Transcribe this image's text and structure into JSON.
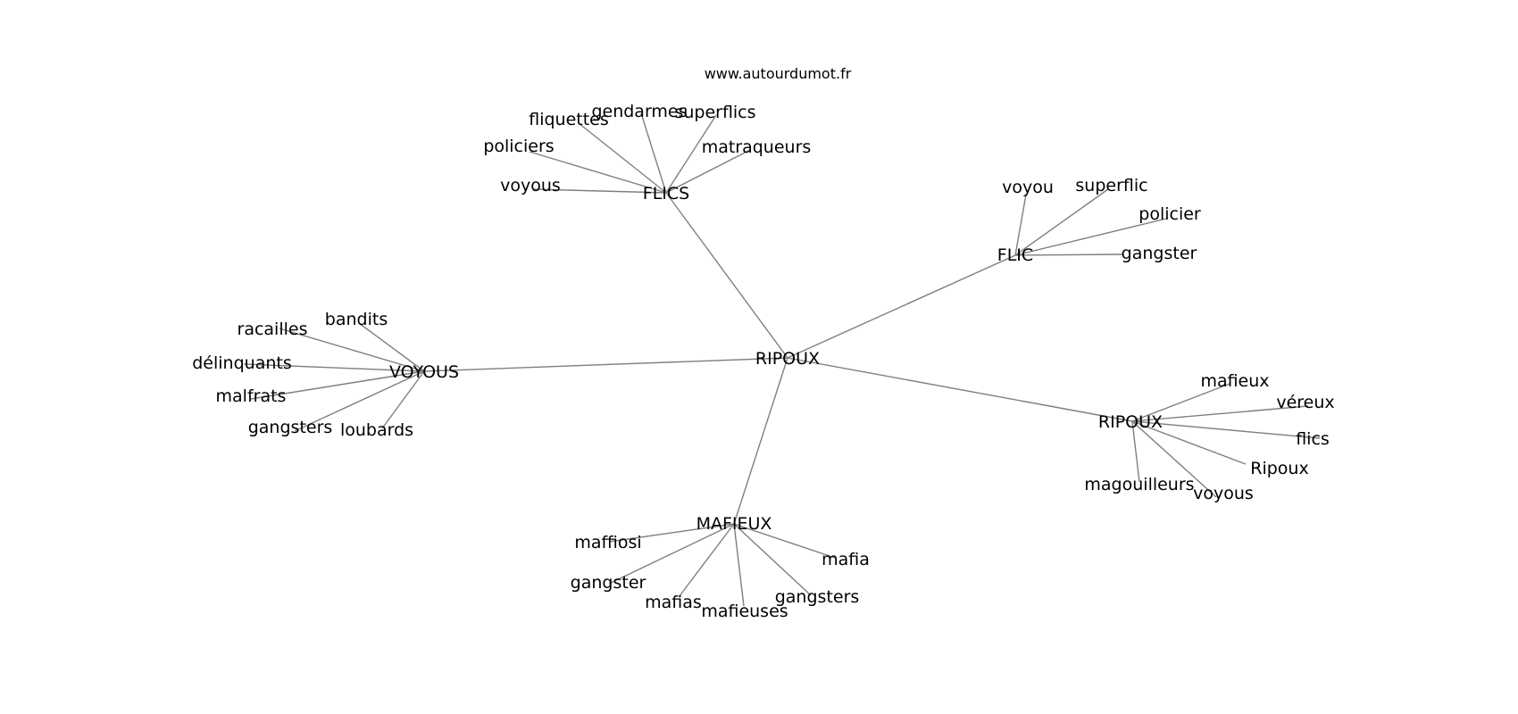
{
  "watermark": "www.autourdumot.fr",
  "edge_color": "#7f7f7f",
  "label_color": "#000000",
  "center": "RIPOUX",
  "clusters": [
    {
      "hub": "FLICS",
      "leaves": [
        "voyous",
        "policiers",
        "fliquettes",
        "gendarmes",
        "superflics",
        "matraqueurs"
      ]
    },
    {
      "hub": "FLIC",
      "leaves": [
        "voyou",
        "superflic",
        "policier",
        "gangster"
      ]
    },
    {
      "hub": "VOYOUS",
      "leaves": [
        "racailles",
        "bandits",
        "délinquants",
        "malfrats",
        "gangsters",
        "loubards"
      ]
    },
    {
      "hub": "RIPOUX",
      "leaves": [
        "mafieux",
        "véreux",
        "flics",
        "Ripoux",
        "magouilleurs",
        "voyous"
      ]
    },
    {
      "hub": "MAFIEUX",
      "leaves": [
        "maffiosi",
        "gangster",
        "mafias",
        "mafieuses",
        "gangsters",
        "mafia"
      ]
    }
  ]
}
